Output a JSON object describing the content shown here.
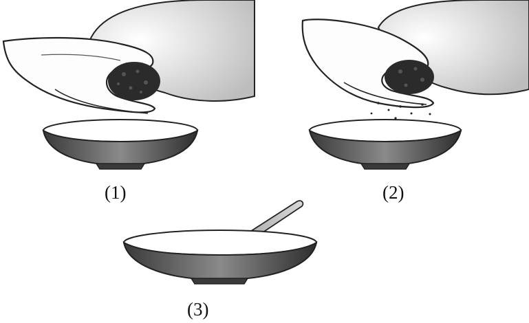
{
  "figure": {
    "steps": [
      {
        "label": "(1)"
      },
      {
        "label": "(2)"
      },
      {
        "label": "(3)"
      }
    ]
  }
}
